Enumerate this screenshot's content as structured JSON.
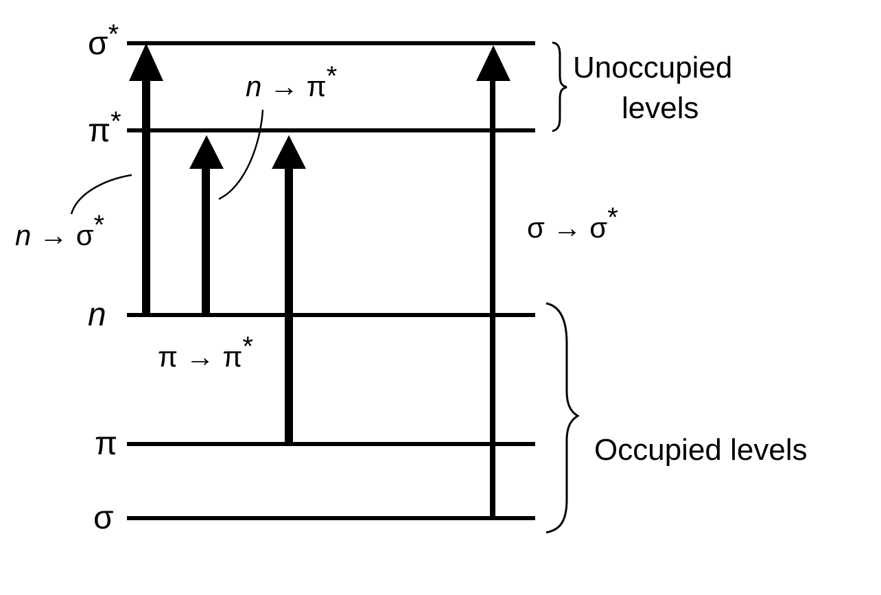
{
  "levels": {
    "sigma_star": "σ",
    "pi_star": "π",
    "n": "n",
    "pi": "π",
    "sigma": "σ",
    "star": "*"
  },
  "transitions": {
    "n_sigma_star": {
      "from": "n",
      "arrow": "→",
      "to": "σ",
      "star": "*"
    },
    "n_pi_star": {
      "from": "n",
      "arrow": "→",
      "to": "π",
      "star": "*"
    },
    "pi_pi_star": {
      "from": "π",
      "arrow": "→",
      "to": "π",
      "star": "*"
    },
    "sigma_sigma_star": {
      "from": "σ",
      "arrow": "→",
      "to": "σ",
      "star": "*"
    }
  },
  "groups": {
    "unoccupied_line1": "Unoccupied",
    "unoccupied_line2": "levels",
    "occupied": "Occupied levels"
  },
  "colors": {
    "ink": "#000000",
    "background": "#ffffff"
  }
}
